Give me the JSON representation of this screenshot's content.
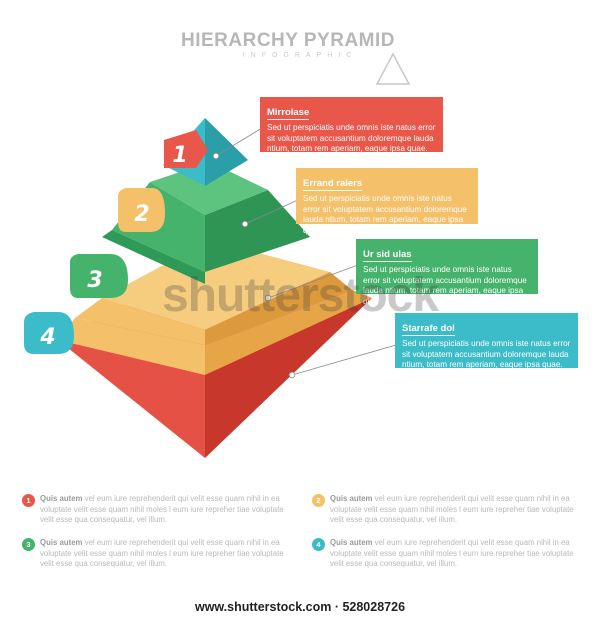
{
  "header": {
    "title": "HIERARCHY PYRAMID",
    "subtitle": "INFOGRAPHIC"
  },
  "levels": [
    {
      "number": "1",
      "title": "Mirrolase",
      "body": "Sed ut perspiciatis unde omnis iste natus error sit voluptatem accusantium doloremque lauda ntium, totam rem aperiam, eaque ipsa quae.",
      "color": "#e8574a"
    },
    {
      "number": "2",
      "title": "Errand ralers",
      "body": "Sed ut perspiciatis unde omnis iste natus error sit voluptatem accusantium doloremque lauda ntium, totam rem aperiam, eaque ipsa quae.",
      "color": "#f5c06a"
    },
    {
      "number": "3",
      "title": "Ur sid ulas",
      "body": "Sed ut perspiciatis unde omnis iste natus error sit voluptatem accusantium doloremque lauda ntium, totam rem aperiam, eaque ipsa quae.",
      "color": "#45b36b"
    },
    {
      "number": "4",
      "title": "Starrafe dol",
      "body": "Sed ut perspiciatis unde omnis iste natus error sit voluptatem accusantium doloremque lauda ntium, totam rem aperiam, eaque ipsa quae.",
      "color": "#3bbcc8"
    }
  ],
  "legend": [
    {
      "number": "1",
      "lead": "Quis autem",
      "text": "vel eum iure reprehenderit qui velit esse quam nihil in ea voluptate velit esse quam nihil moles l eum iure repreher tiae   voluptate velit esse qua consequatur, vel illum.",
      "color": "#e8574a"
    },
    {
      "number": "2",
      "lead": "Quis autem",
      "text": "vel eum iure reprehenderit qui velit esse quam nihil in ea voluptate velit esse quam nihil moles l eum iure repreher tiae   voluptate velit esse qua consequatur, vel illum.",
      "color": "#f5c06a"
    },
    {
      "number": "3",
      "lead": "Quis autem",
      "text": "vel eum iure reprehenderit qui velit esse quam nihil in ea voluptate velit esse quam nihil moles l eum iure repreher tiae   voluptate velit esse qua consequatur, vel illum.",
      "color": "#45b36b"
    },
    {
      "number": "4",
      "lead": "Quis autem",
      "text": "vel eum iure reprehenderit qui velit esse quam nihil in ea voluptate velit esse quam nihil moles l eum iure repreher tiae   voluptate velit esse qua consequatur, vel illum.",
      "color": "#3bbcc8"
    }
  ],
  "watermark": "shutterstock",
  "footer": "www.shutterstock.com · 528028726"
}
